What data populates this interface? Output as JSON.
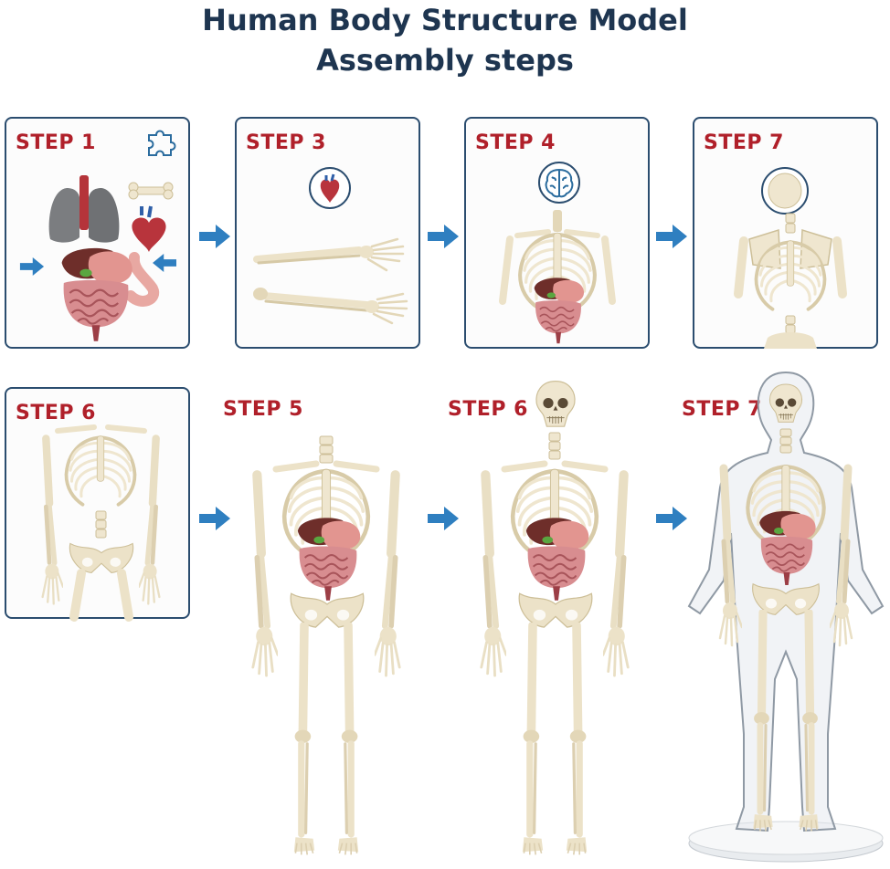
{
  "title": {
    "line1": "Human Body Structure Model",
    "line2": "Assembly steps"
  },
  "steps": [
    {
      "label": "STEP 1"
    },
    {
      "label": "STEP 3"
    },
    {
      "label": "STEP 4"
    },
    {
      "label": "STEP 7"
    },
    {
      "label": "STEP 6"
    },
    {
      "label": "STEP 5"
    },
    {
      "label": "STEP 6"
    },
    {
      "label": "STEP 7"
    }
  ],
  "colors": {
    "title": "#1e3550",
    "step_label": "#b0202a",
    "card_border": "#2b4d6f",
    "arrow": "#2f7fc0",
    "bone": "#efe6cf",
    "organ_red": "#b8454d",
    "intestine": "#d98b90"
  },
  "icons": [
    "puzzle-icon",
    "heart-icon",
    "brain-icon",
    "skull-icon"
  ]
}
